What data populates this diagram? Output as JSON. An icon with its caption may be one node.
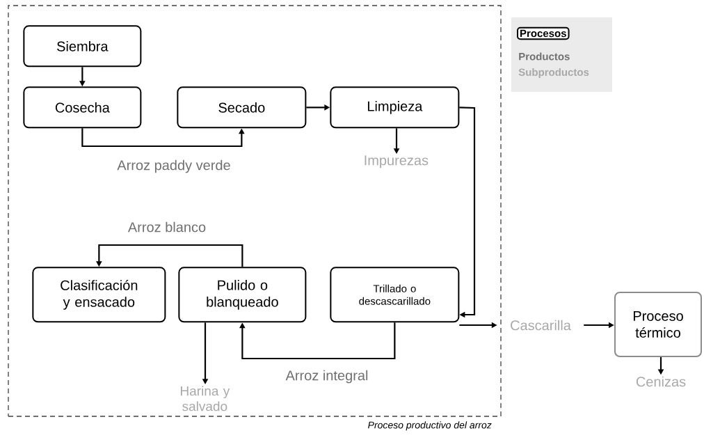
{
  "diagram": {
    "nodes": [
      {
        "text": [
          "Proceso productivo del arroz"
        ]
      },
      {
        "text": [
          "Siembra"
        ],
        "in": 0
      },
      {
        "text": [
          "Cosecha"
        ],
        "in": 0
      },
      {
        "text": [
          "Secado"
        ],
        "in": 0
      },
      {
        "text": [
          "Limpieza"
        ],
        "in": 0
      },
      {
        "text": [
          "Impurezas"
        ],
        "in": 0
      },
      {
        "text": [
          "Clasificación y ensacado"
        ],
        "in": 0
      },
      {
        "text": [
          "Pulido o blanqueado"
        ],
        "in": 0
      },
      {
        "text": [
          "Trillado o descascarillado"
        ],
        "in": 0
      },
      {
        "text": [
          "Harina y salvado"
        ],
        "in": 0
      },
      {
        "text": [
          "Cascarilla"
        ]
      },
      {
        "text": [
          "Proceso térmico"
        ]
      },
      {
        "text": [
          "Cenizas"
        ]
      }
    ],
    "edges": [
      {
        "from": 1,
        "to": 2,
        "arrow": "to"
      },
      {
        "from": 2,
        "to": 3,
        "arrow": "to",
        "label": "Arroz paddy verde"
      },
      {
        "from": 3,
        "to": 4,
        "arrow": "to"
      },
      {
        "from": 4,
        "to": 5,
        "arrow": "to"
      },
      {
        "from": 4,
        "to": 8,
        "arrow": "to"
      },
      {
        "from": 8,
        "to": 7,
        "arrow": "to",
        "label": "Arroz integral"
      },
      {
        "from": 7,
        "to": 6,
        "arrow": "to",
        "label": "Arroz blanco"
      },
      {
        "from": 7,
        "to": 9,
        "arrow": "to"
      },
      {
        "from": 8,
        "to": 10,
        "arrow": "to"
      },
      {
        "from": 10,
        "to": 11,
        "arrow": "to"
      },
      {
        "from": 11,
        "to": 12,
        "arrow": "to"
      }
    ],
    "legend": [
      {
        "text": "Procesos"
      },
      {
        "text": "Productos"
      },
      {
        "text": "Subproductos"
      }
    ]
  }
}
